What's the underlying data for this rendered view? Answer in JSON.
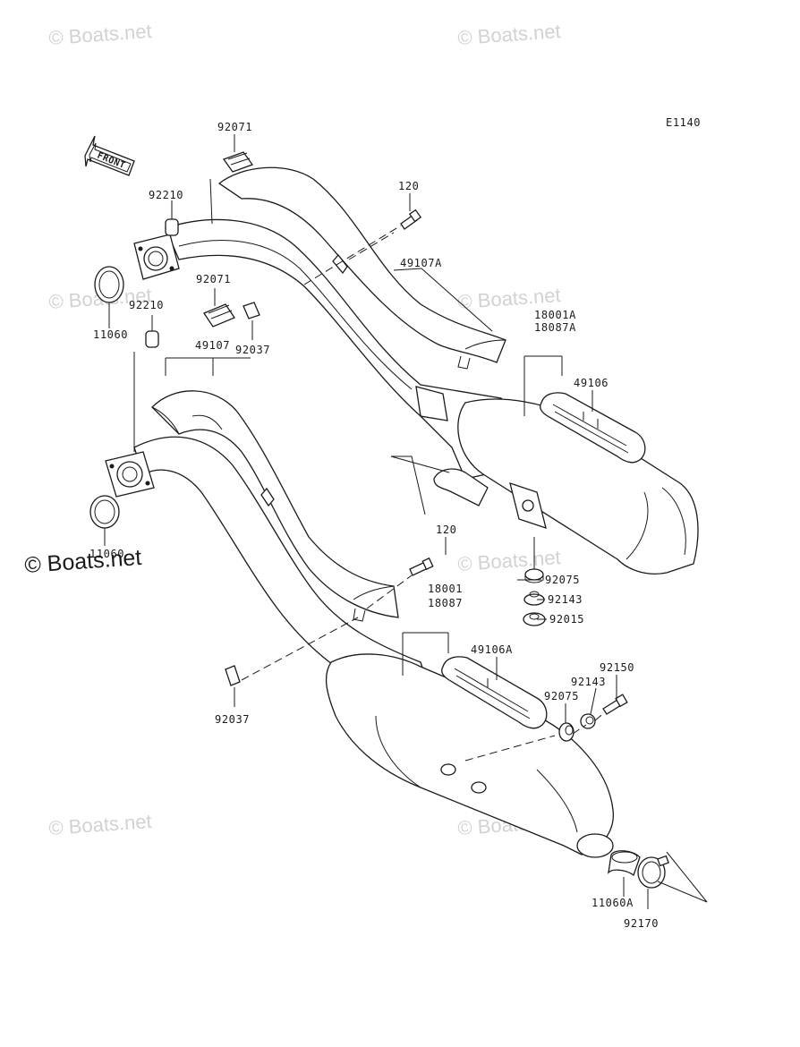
{
  "diagram_code": "E1140",
  "front_label": "FRONT",
  "watermark_text": "© Boats.net",
  "watermark_main": "© Boats.net",
  "labels": {
    "p92071_top": "92071",
    "p92210_top": "92210",
    "p120_top": "120",
    "p49107A": "49107A",
    "p11060_top": "11060",
    "p92210_mid": "92210",
    "p92071_mid": "92071",
    "p92037_top": "92037",
    "p49107": "49107",
    "p18001A": "18001A",
    "p18087A": "18087A",
    "p49106": "49106",
    "p120_mid": "120",
    "p11060_bottom": "11060",
    "p92075_top": "92075",
    "p92143_top": "92143",
    "p92015": "92015",
    "p18001": "18001",
    "p18087": "18087",
    "p49106A": "49106A",
    "p92150": "92150",
    "p92143_bottom": "92143",
    "p92075_bottom": "92075",
    "p92037_bottom": "92037",
    "p11060A": "11060A",
    "p92170": "92170"
  }
}
